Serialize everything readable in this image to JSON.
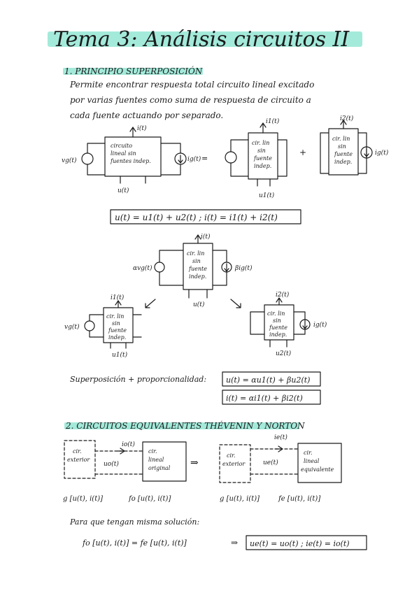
{
  "title": "Tema 3: Análisis circuitos II",
  "section1": {
    "heading": "1. PRINCIPIO SUPERPOSICIÓN",
    "text_lines": [
      "Permite encontrar respuesta total circuito lineal excitado",
      "por varias fuentes como suma de respuesta de circuito a",
      "cada fuente actuando por separado."
    ],
    "diagram1": {
      "box_main": [
        "circuito",
        "lineal sin",
        "fuentes indep."
      ],
      "box_sub": [
        "cir. lin",
        "sin",
        "fuente",
        "indep."
      ],
      "vg": "vg(t)",
      "ig": "ig(t)",
      "i": "i(t)",
      "u": "u(t)",
      "i1": "i1(t)",
      "u1": "u1(t)",
      "i2": "i2(t)",
      "eq": "=",
      "plus": "+"
    },
    "formula1": "u(t) = u1(t) + u2(t) ;  i(t) = i1(t) + i2(t)",
    "diagram2": {
      "box": [
        "cir. lin",
        "sin",
        "fuente",
        "indep."
      ],
      "alpha_vg": "αvg(t)",
      "beta_ig": "βig(t)",
      "i": "i(t)",
      "u": "u(t)",
      "vg": "vg(t)",
      "ig": "ig(t)",
      "i1": "i1(t)",
      "u1": "u1(t)",
      "i2": "i2(t)",
      "u2": "u2(t)"
    },
    "proportionality_label": "Superposición + proporcionalidad:",
    "formula2a": "u(t) = αu1(t) + βu2(t)",
    "formula2b": "i(t) = αi1(t) + βi2(t)"
  },
  "section2": {
    "heading": "2. CIRCUITOS EQUIVALENTES THÉVENIN Y NORTON",
    "left": {
      "ext": [
        "cir.",
        "exterior"
      ],
      "orig": [
        "cir.",
        "lineal",
        "original"
      ],
      "i": "io(t)",
      "u": "uo(t)",
      "g": "g [u(t), i(t)]",
      "f": "fo [u(t), i(t)]"
    },
    "arrow": "⇒",
    "right": {
      "ext": [
        "cir.",
        "exterior"
      ],
      "eq": [
        "cir.",
        "lineal",
        "equivalente"
      ],
      "i": "ie(t)",
      "u": "ue(t)",
      "g": "g [u(t), i(t)]",
      "f": "fe [u(t), i(t)]"
    },
    "condition": "Para que tengan misma solución:",
    "final_left": "fo [u(t), i(t)] = fe [u(t), i(t)]",
    "final_right": "ue(t) = uo(t) ;  ie(t) = io(t)"
  }
}
